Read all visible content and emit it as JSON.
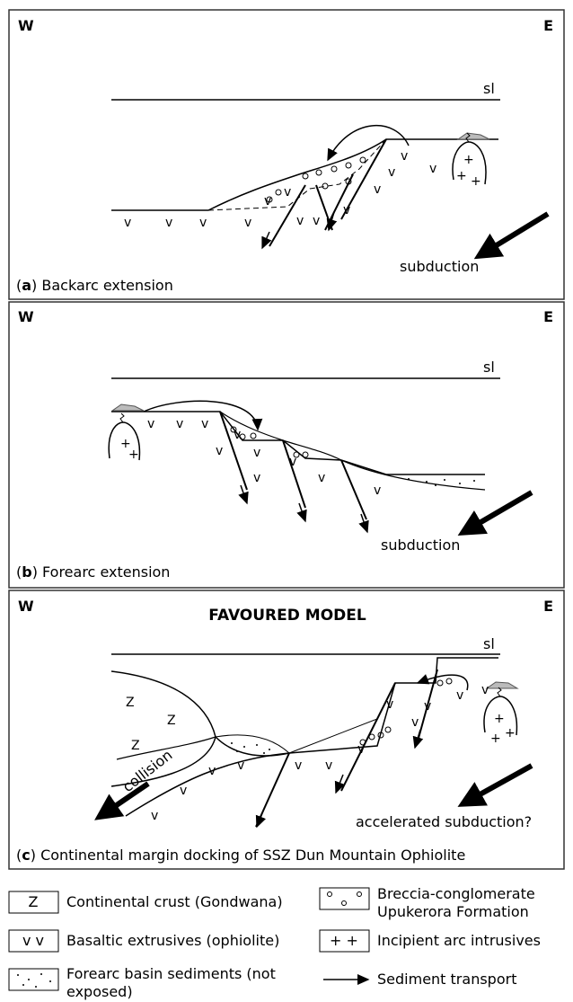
{
  "compass": {
    "west": "W",
    "east": "E"
  },
  "sea_level_label": "sl",
  "panels": [
    {
      "letter": "a",
      "caption": "Backarc extension",
      "arrow_label": "subduction"
    },
    {
      "letter": "b",
      "caption": "Forearc extension",
      "arrow_label": "subduction"
    },
    {
      "letter": "c",
      "caption": "Continental margin docking of SSZ Dun Mountain Ophiolite",
      "title": "FAVOURED MODEL",
      "arrow_label": "accelerated subduction?",
      "collision_label": "collision"
    }
  ],
  "symbols": {
    "basalt": "v",
    "crust": "Z",
    "intrusive": "+"
  },
  "legend": [
    {
      "symbol": "Z",
      "label": "Continental crust (Gondwana)"
    },
    {
      "symbol": "v  v",
      "label": "Basaltic extrusives (ophiolite)"
    },
    {
      "symbol": "",
      "label_line1": "Forearc basin sediments (not",
      "label_line2": "exposed)"
    },
    {
      "symbol": "",
      "label_line1": "Breccia-conglomerate",
      "label_line2": "Upukerora Formation"
    },
    {
      "symbol": "+  +",
      "label": "Incipient arc intrusives"
    },
    {
      "symbol": "",
      "label": "Sediment transport"
    }
  ]
}
